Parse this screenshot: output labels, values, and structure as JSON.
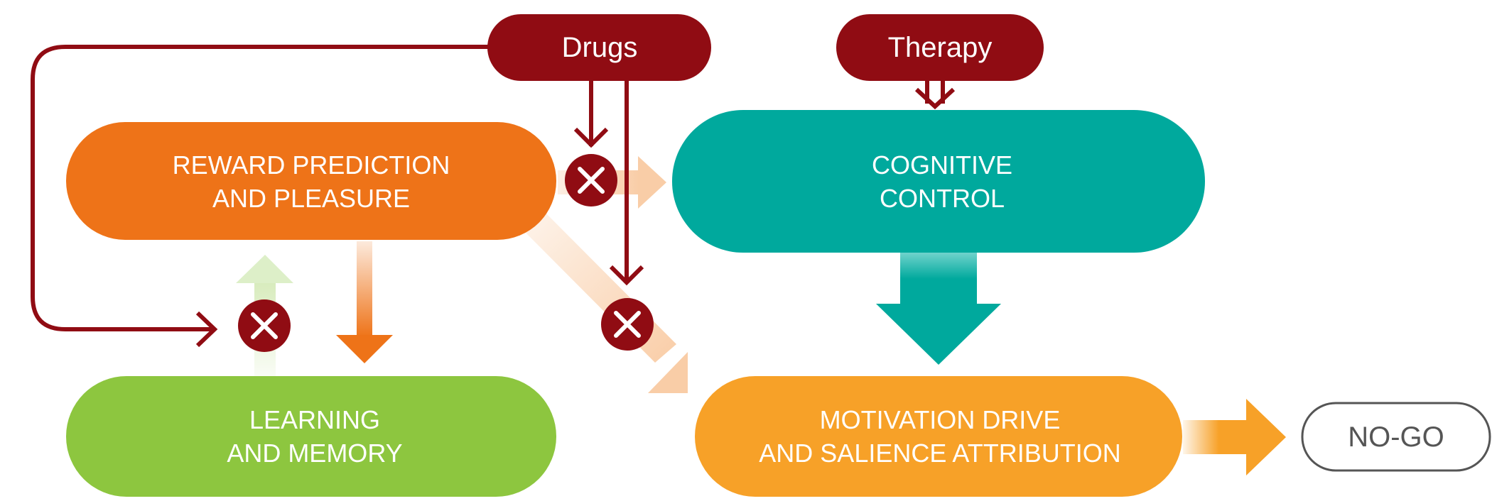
{
  "nodes": {
    "reward": {
      "line1": "REWARD PREDICTION",
      "line2": "AND PLEASURE",
      "color": "#EE7318"
    },
    "cognitive": {
      "line1": "COGNITIVE",
      "line2": "CONTROL",
      "color": "#00A99D"
    },
    "learning": {
      "line1": "LEARNING",
      "line2": "AND MEMORY",
      "color": "#8DC63F"
    },
    "motivation": {
      "line1": "MOTIVATION DRIVE",
      "line2": "AND SALIENCE ATTRIBUTION",
      "color": "#F7A128"
    }
  },
  "inputs": {
    "drugs": {
      "label": "Drugs",
      "color": "#900C13"
    },
    "therapy": {
      "label": "Therapy",
      "color": "#900C13"
    }
  },
  "outcome": {
    "label": "NO-GO"
  },
  "block_icon": "close-icon"
}
